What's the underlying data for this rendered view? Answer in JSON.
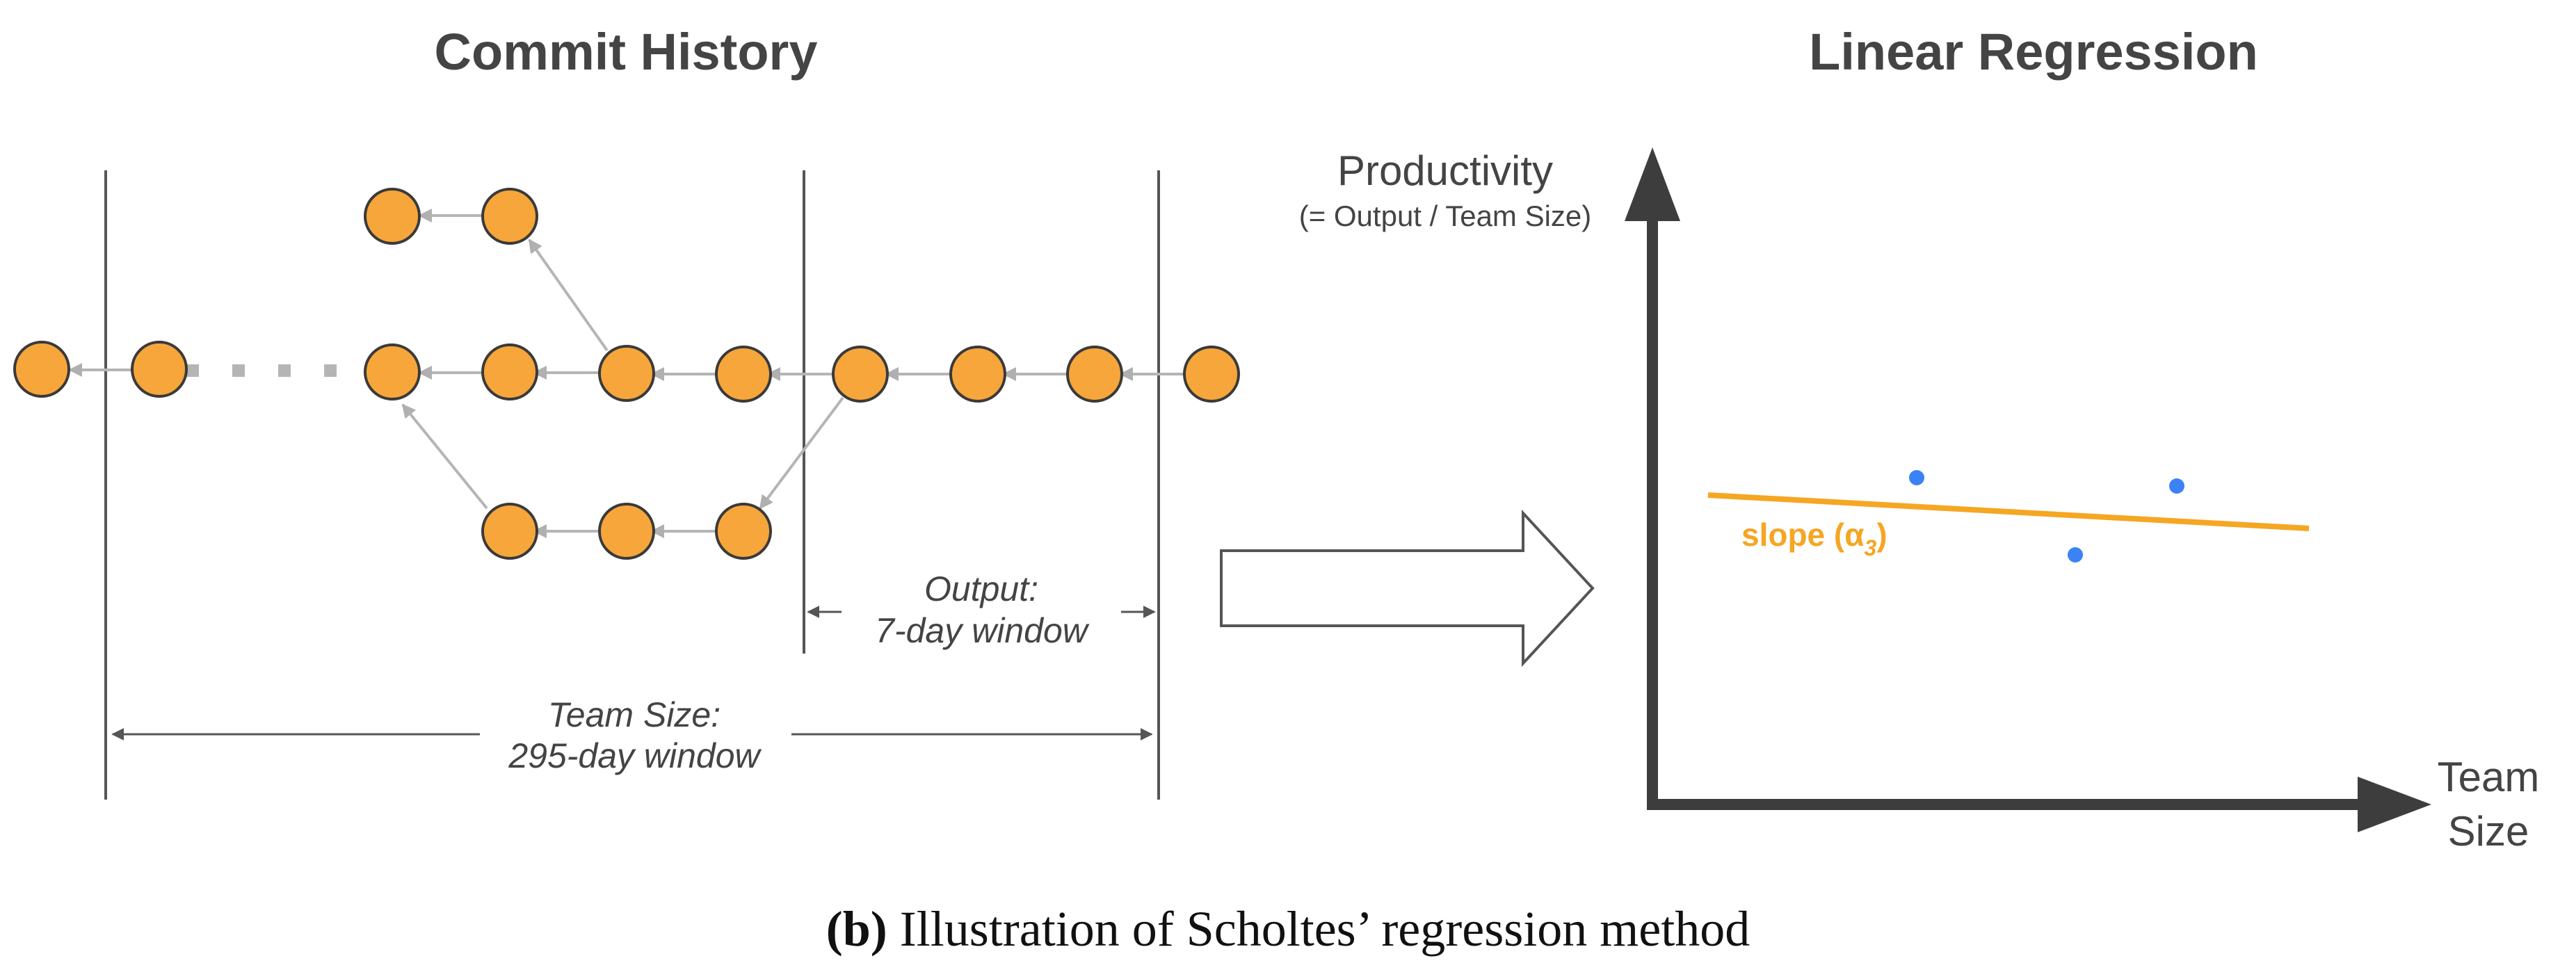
{
  "left_panel": {
    "title": "Commit History",
    "output_label_line1": "Output:",
    "output_label_line2": "7-day window",
    "team_size_label_line1": "Team Size:",
    "team_size_label_line2": "295-day window",
    "ellipsis": "· · ·"
  },
  "right_panel": {
    "title": "Linear Regression",
    "y_axis_title": "Productivity",
    "y_axis_subtitle": "(= Output / Team Size)",
    "x_axis_title_line1": "Team",
    "x_axis_title_line2": "Size",
    "slope_label": "slope (α",
    "slope_subscript": "3",
    "slope_close": ")"
  },
  "caption": {
    "bold": "(b)",
    "text": " Illustration of Scholtes’ regression method"
  },
  "colors": {
    "commit_fill": "#f6a63a",
    "regression_line": "#f5a623",
    "data_point": "#3b82f6",
    "axis": "#3d3d3d"
  }
}
